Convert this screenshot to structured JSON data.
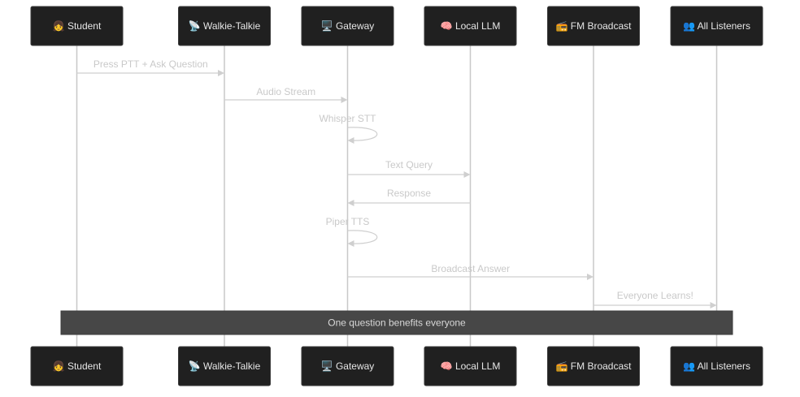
{
  "participants": [
    {
      "id": "student",
      "label": "👧 Student"
    },
    {
      "id": "walkie",
      "label": "📡 Walkie-Talkie"
    },
    {
      "id": "gateway",
      "label": "🖥️ Gateway"
    },
    {
      "id": "llm",
      "label": "🧠 Local LLM"
    },
    {
      "id": "fm",
      "label": "📻 FM Broadcast"
    },
    {
      "id": "listeners",
      "label": "👥 All Listeners"
    }
  ],
  "messages": [
    {
      "from": "student",
      "to": "walkie",
      "label": "Press PTT + Ask Question"
    },
    {
      "from": "walkie",
      "to": "gateway",
      "label": "Audio Stream"
    },
    {
      "from": "gateway",
      "to": "gateway",
      "label": "Whisper STT"
    },
    {
      "from": "gateway",
      "to": "llm",
      "label": "Text Query"
    },
    {
      "from": "llm",
      "to": "gateway",
      "label": "Response"
    },
    {
      "from": "gateway",
      "to": "gateway",
      "label": "Piper TTS"
    },
    {
      "from": "gateway",
      "to": "fm",
      "label": "Broadcast Answer"
    },
    {
      "from": "fm",
      "to": "listeners",
      "label": "Everyone Learns!"
    }
  ],
  "note": {
    "label": "One question benefits everyone",
    "from": "student",
    "to": "listeners"
  },
  "colors": {
    "actor_fill": "#202020",
    "line": "#c8c8c8",
    "note_fill": "#474747",
    "text_light": "#e6e6e6",
    "label_text": "#c9c9c9"
  }
}
